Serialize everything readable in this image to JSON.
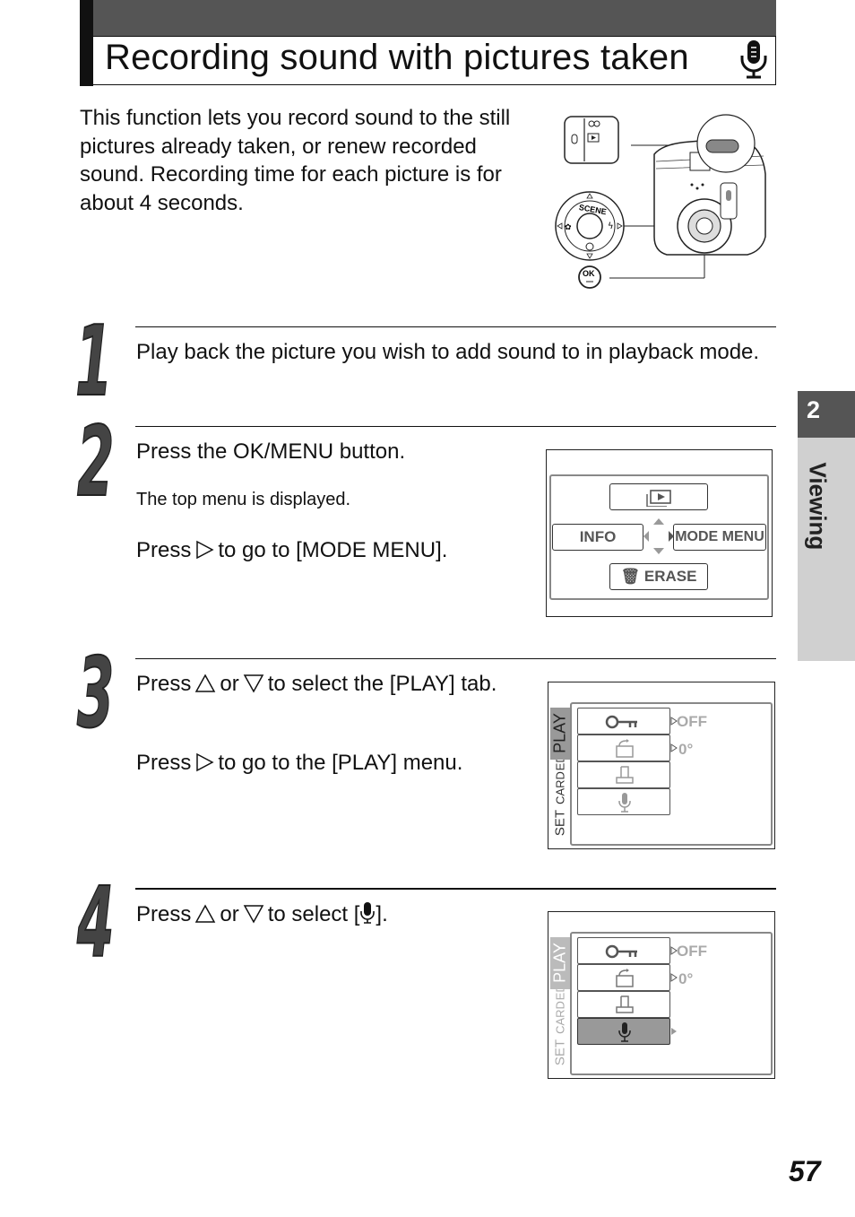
{
  "header": {
    "title": "Recording sound with pictures taken",
    "icon": "microphone-icon"
  },
  "intro": "This function lets you record sound to the still pictures already taken, or renew recorded sound. Recording time for each picture is for about 4 seconds.",
  "camera": {
    "dial_label": "SCENE",
    "ok_label": "OK"
  },
  "side_tab": {
    "number": "2",
    "label": "Viewing"
  },
  "steps": [
    {
      "number": "1",
      "text": "Play back the picture you wish to add sound to in playback mode."
    },
    {
      "number": "2",
      "line1": "Press the OK/MENU button.",
      "note": "The top menu is displayed.",
      "line2_pre": "Press",
      "line2_post": "to go to [MODE MENU]."
    },
    {
      "number": "3",
      "line1_pre": "Press",
      "line1_mid": "or",
      "line1_post": "to select the [PLAY] tab.",
      "line2_pre": "Press",
      "line2_post": "to go to the [PLAY] menu."
    },
    {
      "number": "4",
      "line1_pre": "Press",
      "line1_mid": "or",
      "line1_post_a": "to select [",
      "line1_post_b": "]."
    }
  ],
  "top_menu": {
    "info": "INFO",
    "mode_menu": "MODE MENU",
    "erase": "ERASE"
  },
  "play_menu": {
    "tabs": [
      "SET",
      "CARD",
      "EDIT",
      "PLAY"
    ],
    "values": [
      "OFF",
      "0°"
    ]
  },
  "page_number": "57"
}
